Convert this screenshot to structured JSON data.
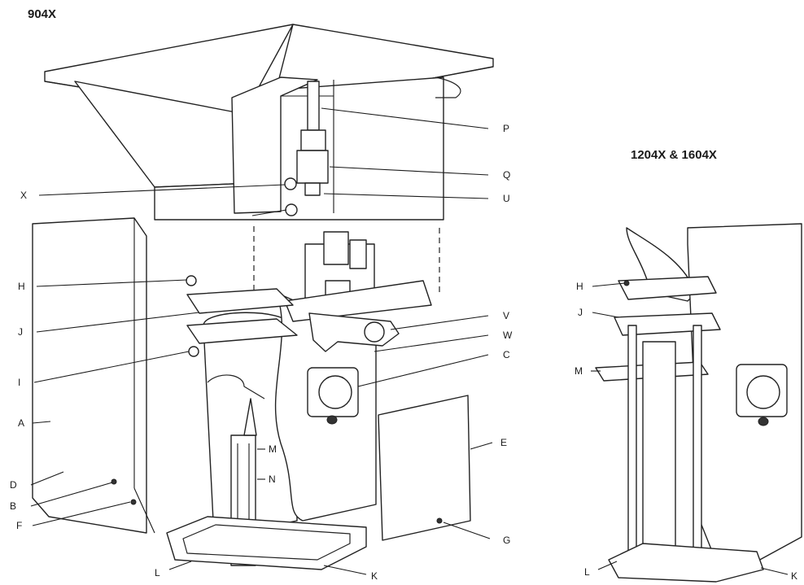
{
  "titles": {
    "main": "904X",
    "secondary": "1204X & 1604X"
  },
  "callouts_main": [
    "P",
    "Q",
    "U",
    "X",
    "H",
    "J",
    "I",
    "A",
    "D",
    "B",
    "F",
    "V",
    "W",
    "C",
    "M",
    "N",
    "E",
    "G",
    "L",
    "K"
  ],
  "callouts_secondary": [
    "H",
    "J",
    "M",
    "L",
    "K"
  ]
}
